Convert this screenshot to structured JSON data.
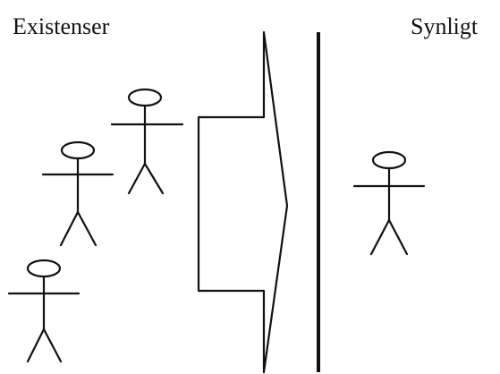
{
  "labels": {
    "left": "Existenser",
    "right": "Synligt"
  },
  "figures": [
    {
      "group": "left",
      "name": "existens-figure-top"
    },
    {
      "group": "left",
      "name": "existens-figure-middle"
    },
    {
      "group": "left",
      "name": "existens-figure-bottom"
    },
    {
      "group": "right",
      "name": "synligt-figure"
    }
  ]
}
